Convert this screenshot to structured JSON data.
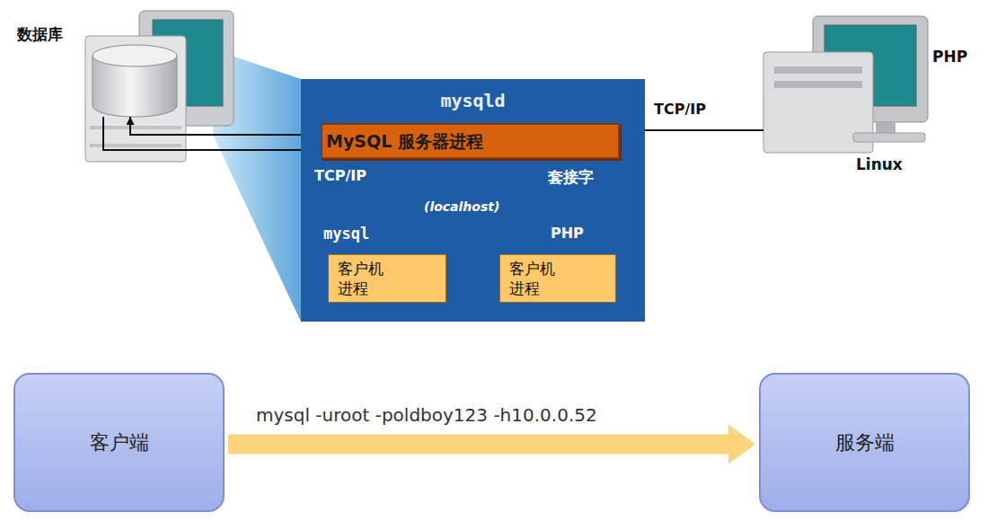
{
  "diagram": {
    "nodes": [
      {
        "text": [
          "数据库"
        ]
      },
      {
        "text": [
          "mysqld"
        ]
      },
      {
        "text": [
          "MySQL 服务器进程"
        ],
        "in": 1
      },
      {
        "text": [
          "mysql",
          "客户机 进程"
        ],
        "in": 1
      },
      {
        "text": [
          "PHP",
          "客户机 进程"
        ],
        "in": 1
      },
      {
        "text": [
          "PHP",
          "Linux"
        ]
      },
      {
        "text": [
          "客户端"
        ]
      },
      {
        "text": [
          "服务端"
        ]
      }
    ],
    "edges": [
      {
        "from": 2,
        "to": 0,
        "arrow": "to"
      },
      {
        "from": 0,
        "to": 2,
        "arrow": "to"
      },
      {
        "from": 3,
        "to": 2,
        "label": "TCP/IP",
        "arrow": "to"
      },
      {
        "from": 4,
        "to": 2,
        "label": "套接字",
        "arrow": "to"
      },
      {
        "from": 5,
        "to": 2,
        "label": "TCP/IP",
        "arrow": "to"
      },
      {
        "from": 6,
        "to": 7,
        "label": "mysql -uroot -poldboy123 -h10.0.0.52",
        "arrow": "to"
      }
    ],
    "labels": [
      "(localhost)"
    ]
  }
}
